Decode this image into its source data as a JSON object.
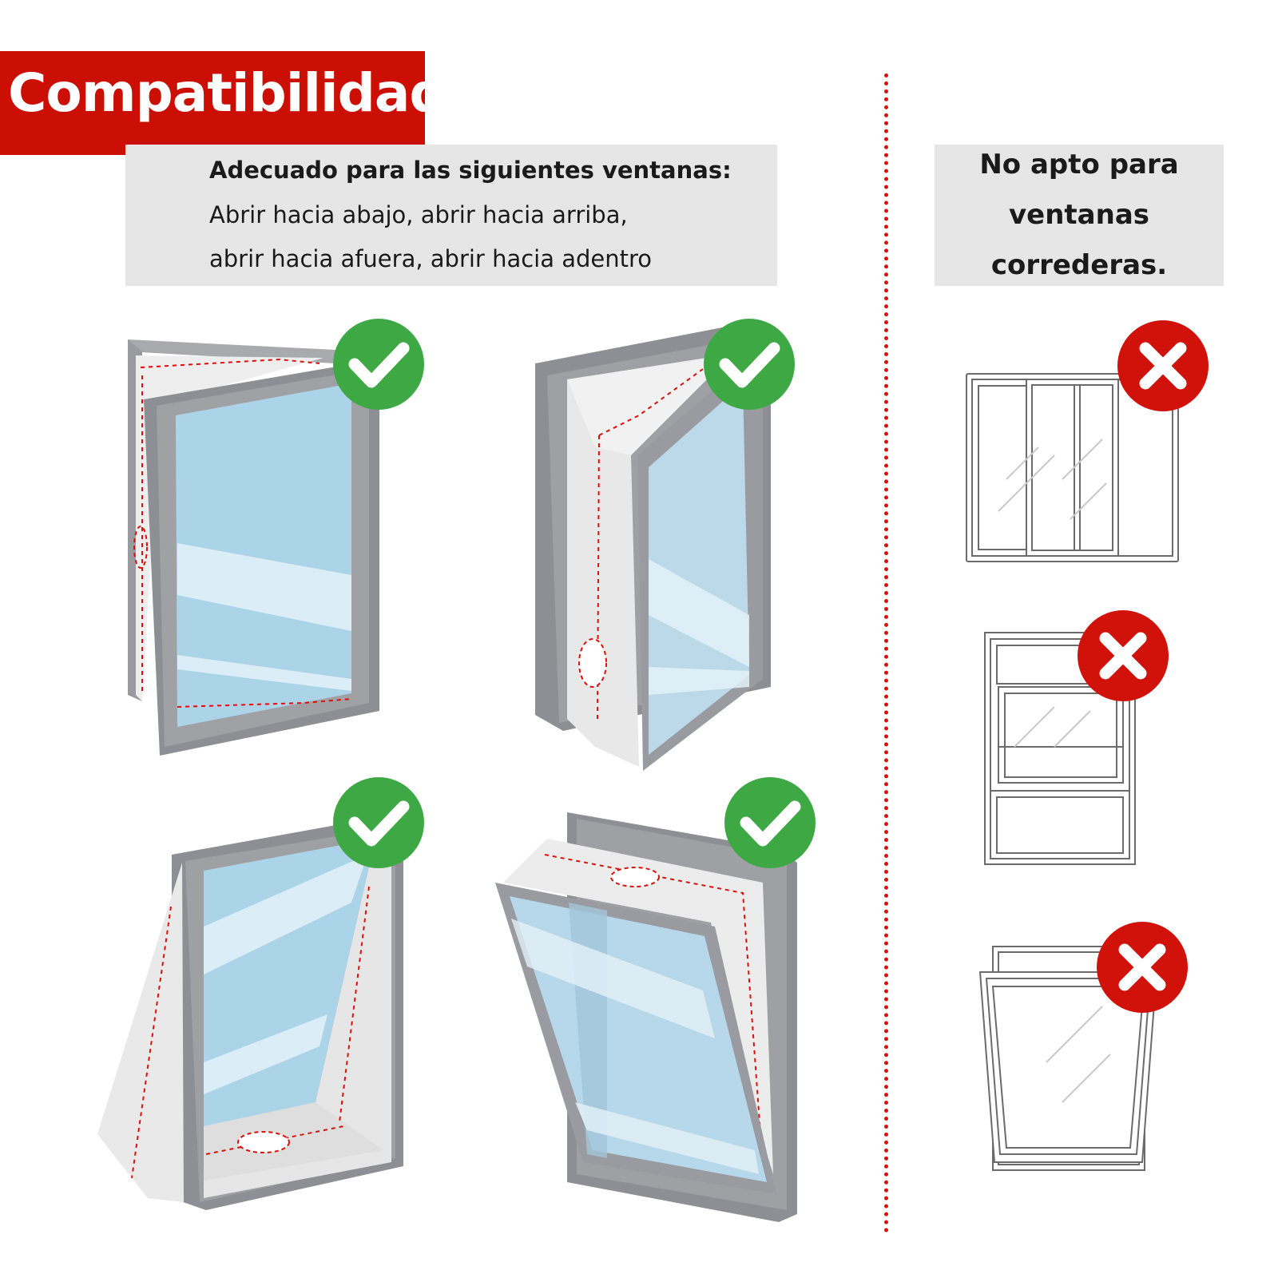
{
  "title": "Compatibilidad",
  "suitable": {
    "heading": "Adecuado para las siguientes ventanas:",
    "line1": "Abrir hacia abajo, abrir hacia arriba,",
    "line2": "abrir hacia afuera, abrir hacia adentro"
  },
  "not_suitable": {
    "line1": "No apto para",
    "line2": "ventanas",
    "line3": "correderas."
  },
  "colors": {
    "title_bg": "#cc0f05",
    "check_green": "#3ea844",
    "cross_red": "#d0120a",
    "frame_grey": "#8e8f94",
    "glass_blue": "#acd4e8",
    "box_grey": "#e6e6e6"
  },
  "icons": {
    "suitable_marks": [
      "check-icon",
      "check-icon",
      "check-icon",
      "check-icon"
    ],
    "unsuitable_marks": [
      "cross-icon",
      "cross-icon",
      "cross-icon"
    ]
  }
}
